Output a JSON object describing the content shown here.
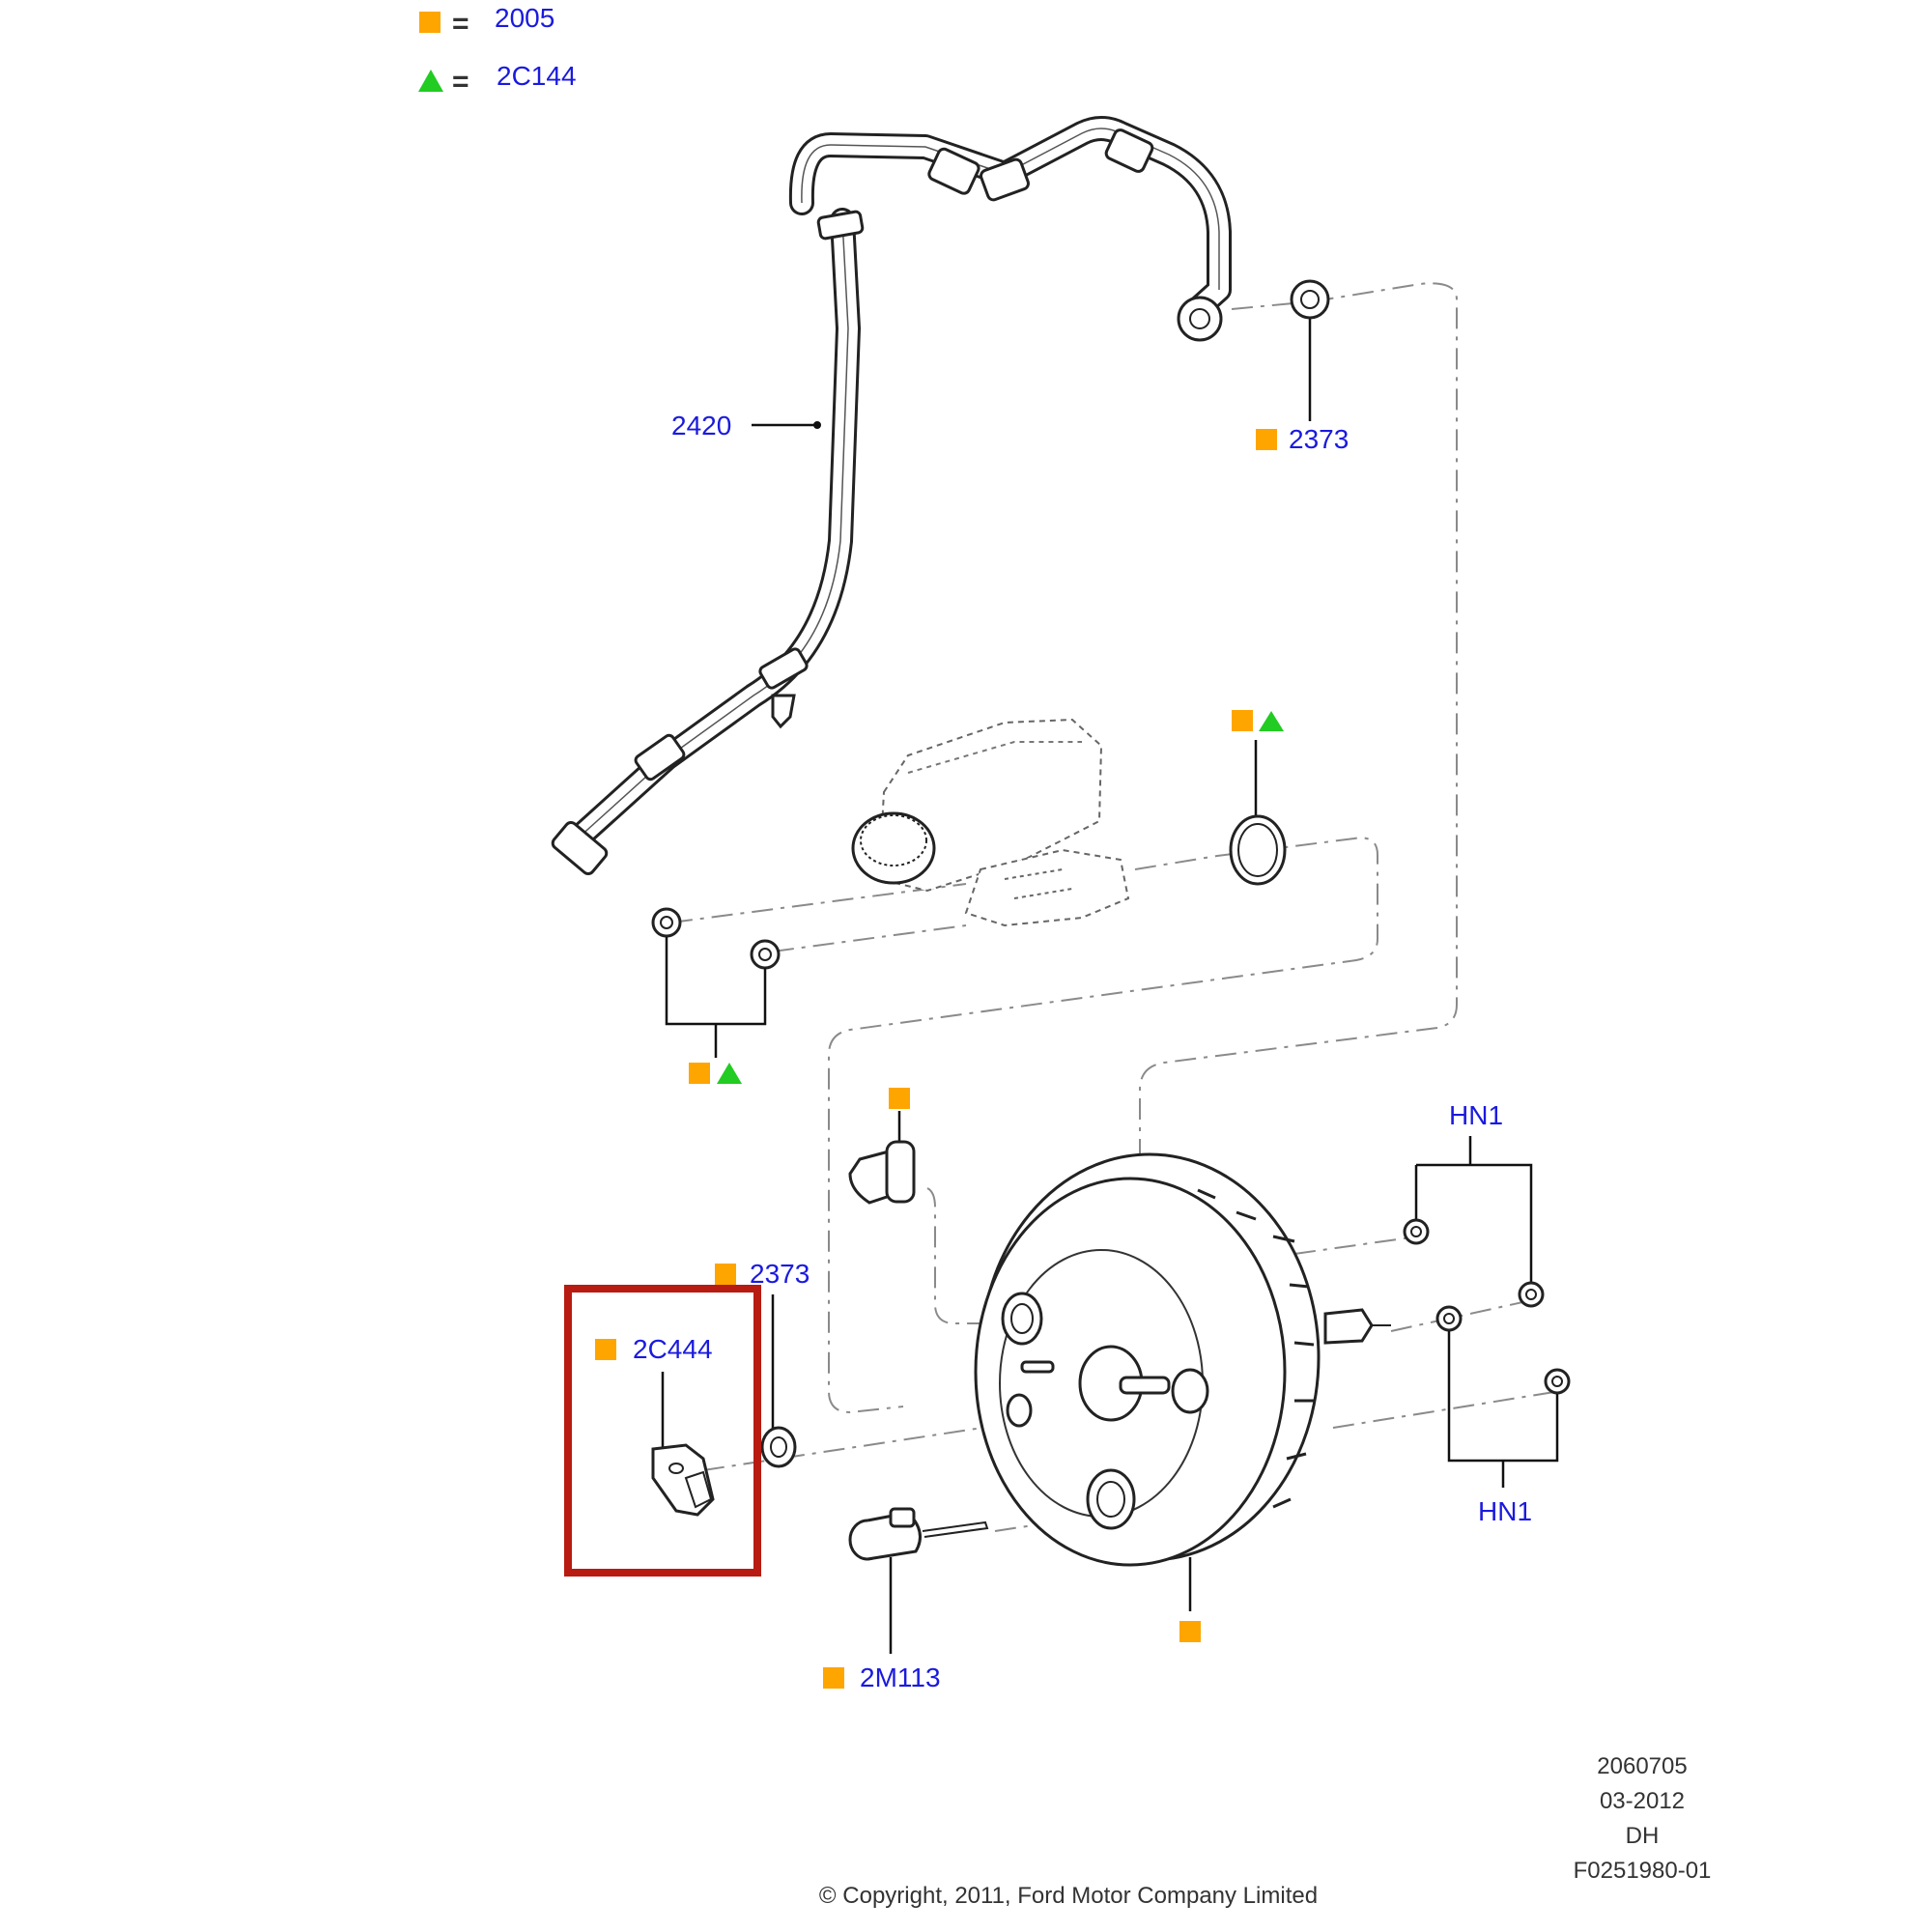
{
  "legend": [
    {
      "symbol": "orange-square",
      "equals": "=",
      "code": "2005"
    },
    {
      "symbol": "green-triangle",
      "equals": "=",
      "code": "2C144"
    }
  ],
  "callouts": {
    "hose": "2420",
    "grommet_top": "2373",
    "grommet_lower": "2373",
    "sensor": "2C444",
    "connector": "2M113",
    "nut_upper": "HN1",
    "nut_lower": "HN1"
  },
  "drawing_meta": {
    "number": "2060705",
    "date": "03-2012",
    "code": "DH",
    "figure": "F0251980-01"
  },
  "copyright": "© Copyright, 2011, Ford Motor Company Limited",
  "colors": {
    "callout_text": "#1a1adf",
    "square_marker": "#ffa500",
    "triangle_marker": "#22cc22",
    "highlight_box": "#b81b12"
  }
}
